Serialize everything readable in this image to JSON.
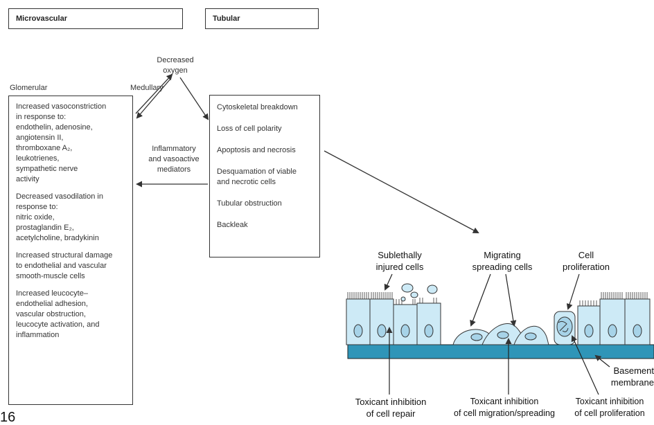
{
  "top_boxes": {
    "microvascular": "Microvascular",
    "tubular": "Tubular"
  },
  "left_labels": {
    "glomerular": "Glomerular",
    "medullary": "Medullary"
  },
  "center_labels": {
    "decreased_oxygen": "Decreased\noxygen",
    "mediators": "Inflammatory\nand vasoactive\nmediators"
  },
  "micro_paragraphs": [
    "Increased vasoconstriction\nin response to:\nendothelin, adenosine,\nangiotensin II,\nthromboxane A₂,\nleukotrienes,\nsympathetic nerve\nactivity",
    "Decreased vasodilation in\nresponse to:\nnitric oxide,\nprostaglandin E₂,\nacetylcholine, bradykinin",
    "Increased structural damage\nto endothelial and vascular\nsmooth-muscle cells",
    "Increased leucocyte–\nendothelial adhesion,\nvascular obstruction,\nleucocyte activation, and\ninflammation"
  ],
  "tubular_items": [
    "Cytoskeletal breakdown",
    "Loss of cell polarity",
    "Apoptosis and necrosis",
    "Desquamation of viable\nand necrotic cells",
    "Tubular obstruction",
    "Backleak"
  ],
  "figure_labels": {
    "sublethal": "Sublethally\ninjured cells",
    "migrating": "Migrating\nspreading cells",
    "proliferation": "Cell\nproliferation",
    "basement": "Basement\nmembrane",
    "inhib_repair": "Toxicant inhibition\nof cell repair",
    "inhib_migration": "Toxicant inhibition\nof cell migration/spreading",
    "inhib_prolif": "Toxicant inhibition\nof cell proliferation"
  },
  "page_number": "16",
  "colors": {
    "cell_fill": "#cdeaf6",
    "membrane": "#2f95b8",
    "nucleus": "#a7d3e8"
  }
}
